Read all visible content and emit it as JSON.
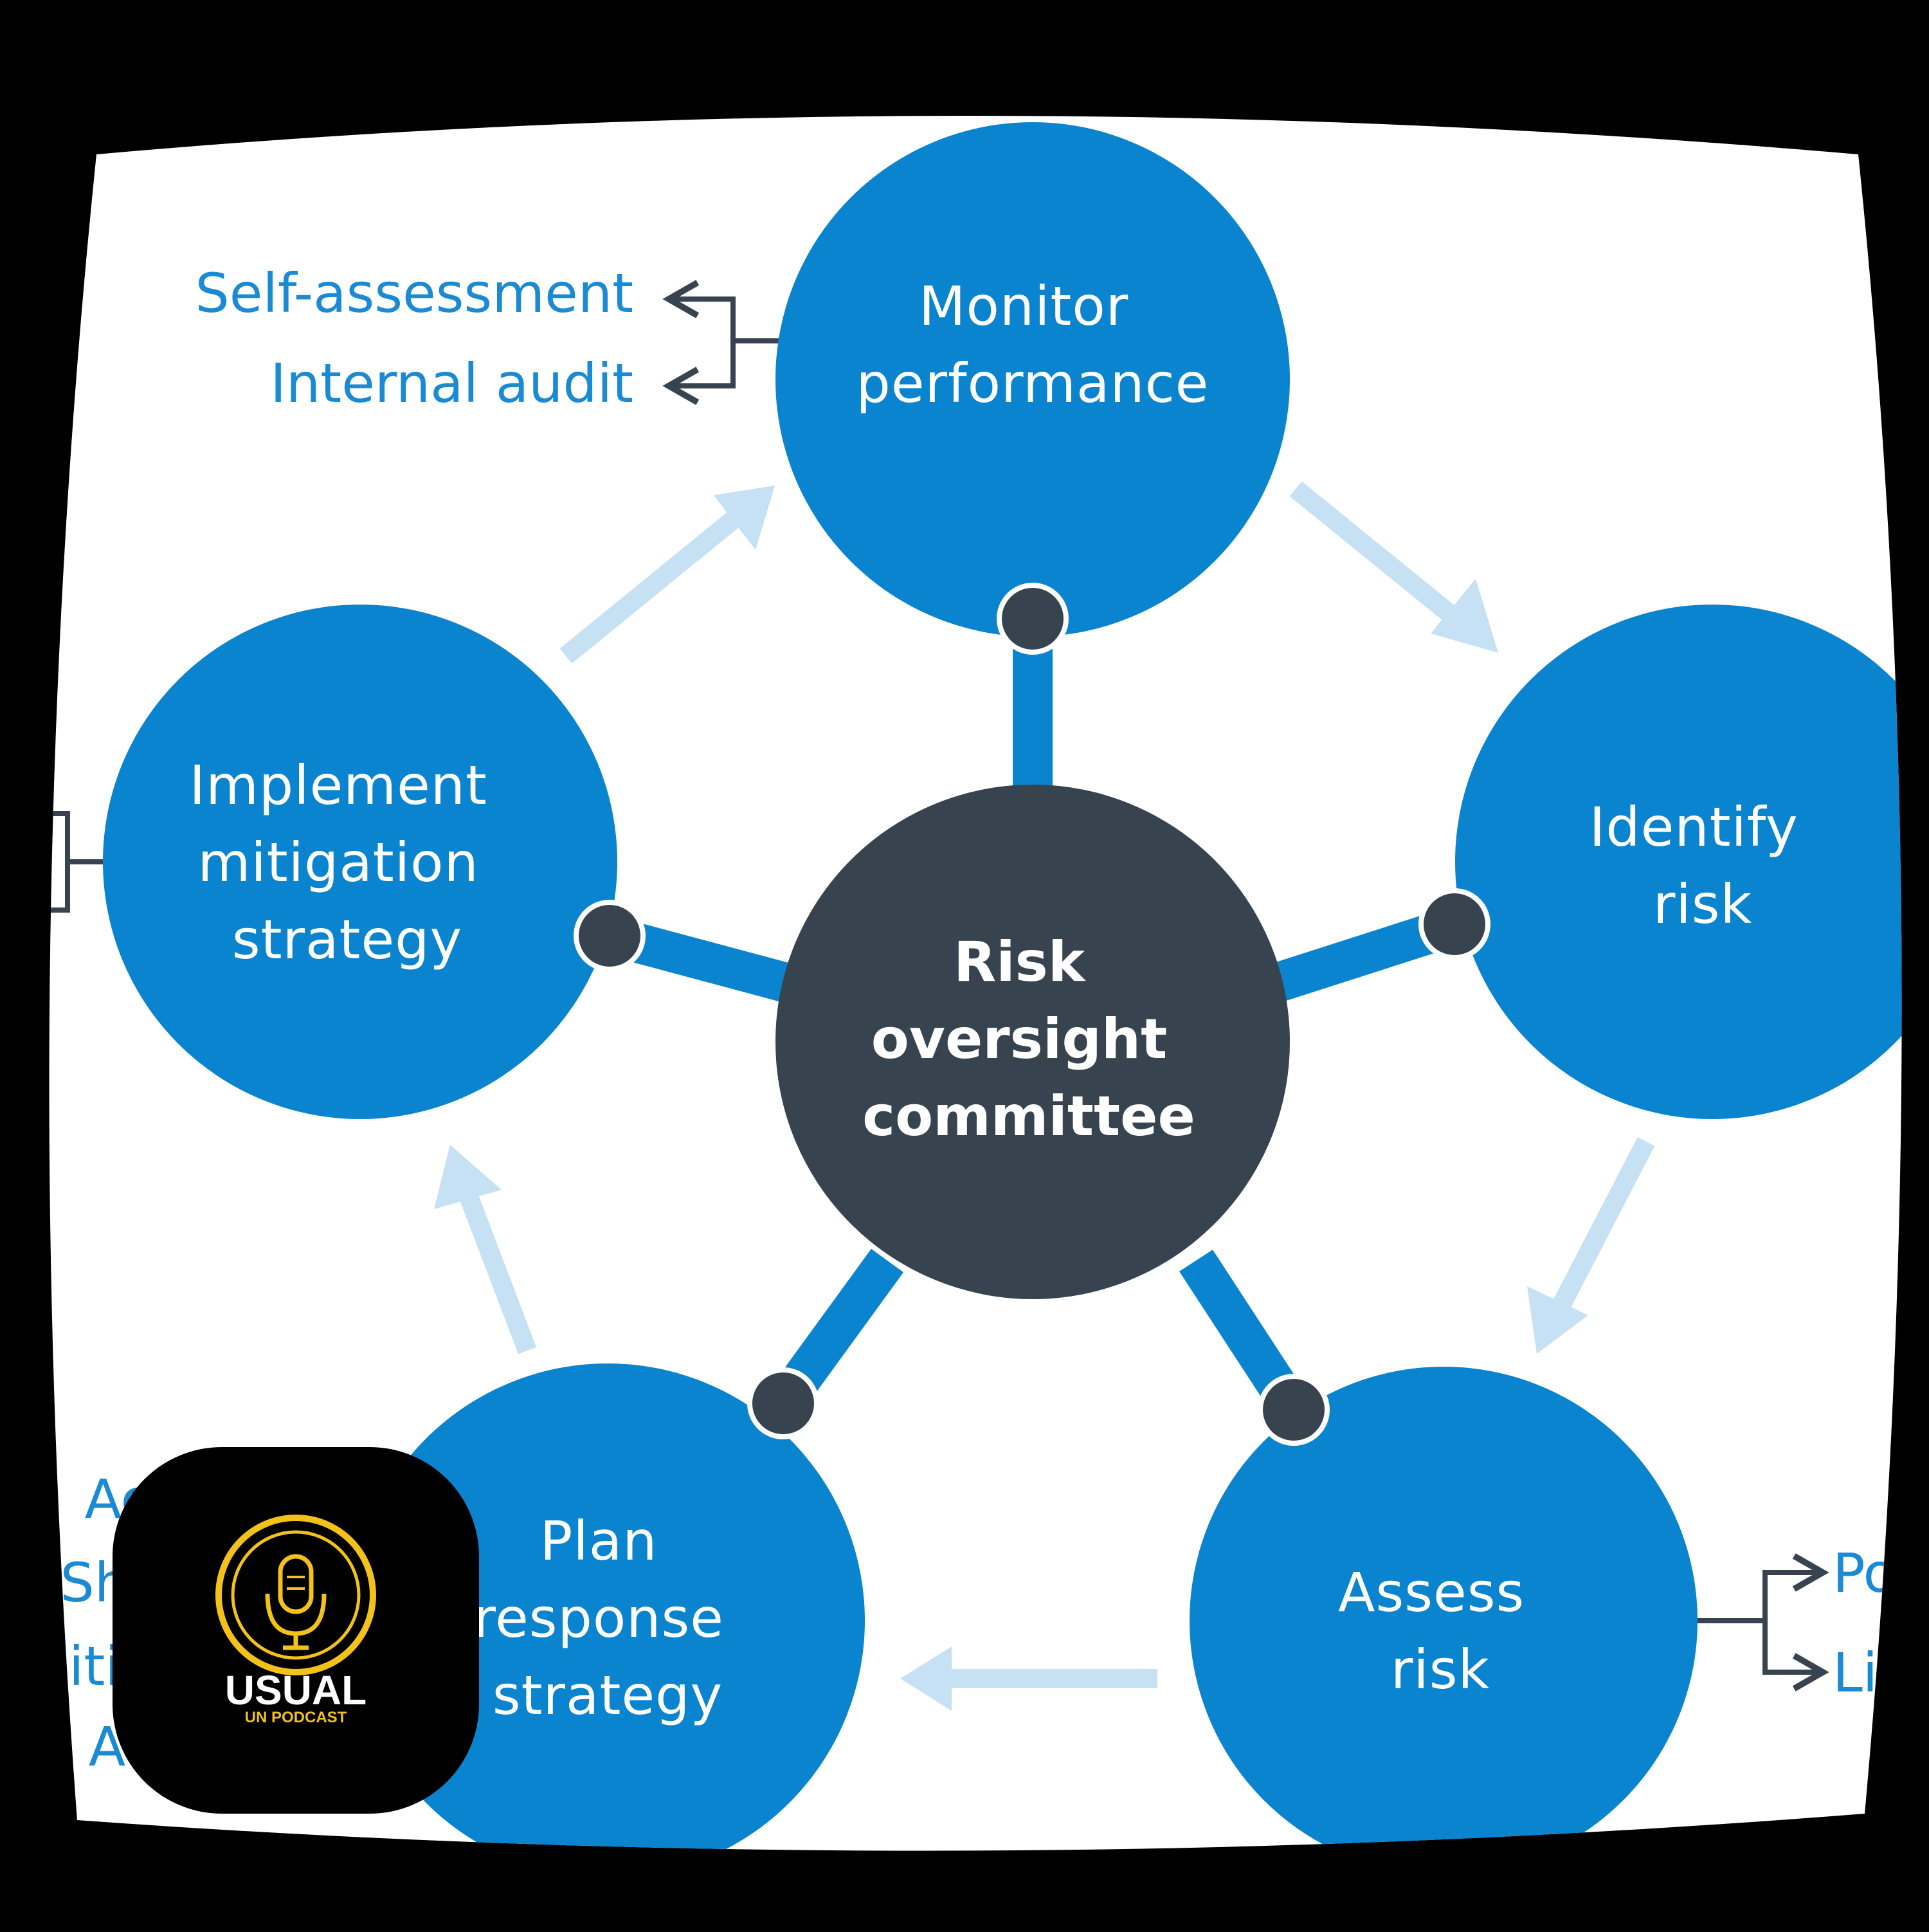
{
  "colors": {
    "node": "#0a84cf",
    "center": "#37444f",
    "arrow": "#c6e0f4",
    "side_text": "#1a8ad4",
    "connector": "#37444f",
    "badge_bg": "#000000",
    "badge_accent": "#f2c21a"
  },
  "center": {
    "lines": [
      "Risk",
      "oversight",
      "committee"
    ]
  },
  "nodes": [
    {
      "id": "monitor",
      "lines": [
        "Monitor",
        "performance"
      ]
    },
    {
      "id": "identify",
      "lines": [
        "Identify",
        "risk"
      ]
    },
    {
      "id": "assess",
      "lines": [
        "Assess",
        "risk"
      ]
    },
    {
      "id": "plan",
      "lines": [
        "Plan",
        "response",
        "strategy"
      ]
    },
    {
      "id": "implement",
      "lines": [
        "Implement",
        "mitigation",
        "strategy"
      ]
    }
  ],
  "side_labels": {
    "monitor": [
      "Self-assessment",
      "Internal audit"
    ],
    "assess": [
      "Po",
      "Li"
    ],
    "plan": [
      "Acc",
      "Sh",
      "Mitig",
      "Av"
    ]
  },
  "badge": {
    "title": "USUAL",
    "subtitle": "UN PODCAST",
    "icon": "microphone-icon"
  }
}
